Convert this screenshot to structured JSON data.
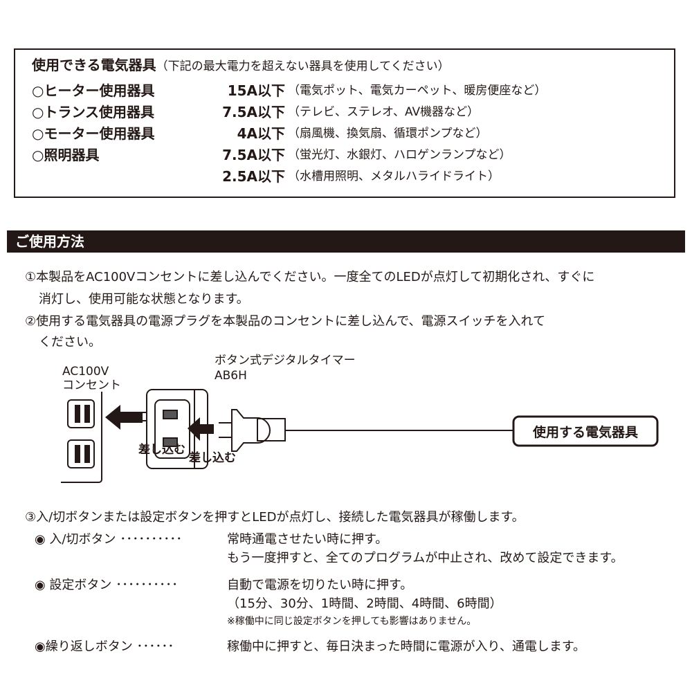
{
  "appliances": {
    "title": "使用できる電気器具",
    "title_note": "（下記の最大電力を超えない器具を使用してください）",
    "rows": [
      {
        "name": "○ヒーター使用器具",
        "limit": "15A以下",
        "examples": "（電気ポット、電気カーペット、暖房便座など）"
      },
      {
        "name": "○トランス使用器具",
        "limit": "7.5A以下",
        "examples": "（テレビ、ステレオ、AV機器など）"
      },
      {
        "name": "○モーター使用器具",
        "limit": "4A以下",
        "examples": "（扇風機、換気扇、循環ポンプなど）"
      },
      {
        "name": "○照明器具",
        "limit": "7.5A以下",
        "examples": "（蛍光灯、水銀灯、ハロゲンランプなど）"
      },
      {
        "name": "",
        "limit": "2.5A以下",
        "examples": "（水槽用照明、メタルハライドライト）"
      }
    ]
  },
  "usage": {
    "header": "ご使用方法",
    "step1_line1": "①本製品をAC100Vコンセントに差し込んでください。一度全てのLEDが点灯して初期化され、すぐに",
    "step1_line2": "消灯し、使用可能な状態となります。",
    "step2_line1": "②使用する電気器具の電源プラグを本製品のコンセントに差し込んで、電源スイッチを入れて",
    "step2_line2": "ください。",
    "diagram": {
      "outlet_label1": "AC100V",
      "outlet_label2": "コンセント",
      "timer_label1": "ボタン式デジタルタイマー",
      "timer_label2": "AB6H",
      "insert1": "差し込む",
      "insert2": "差し込む",
      "appliance": "使用する電気器具"
    },
    "step3": "③入/切ボタンまたは設定ボタンを押すとLEDが点灯し、接続した電気器具が稼働します。",
    "buttons": [
      {
        "label": "◉ 入/切ボタン ･･････････",
        "desc": [
          "常時通電させたい時に押す。",
          "もう一度押すと、全てのプログラムが中止され、改めて設定できます。"
        ]
      },
      {
        "label": "◉ 設定ボタン ･･････････",
        "desc": [
          "自動で電源を切りたい時に押す。",
          "（15分、30分、1時間、2時間、4時間、6時間）"
        ],
        "note": "※稼働中に同じ設定ボタンを押しても影響はありません。"
      },
      {
        "label": "◉繰り返しボタン ･･････",
        "desc": [
          "稼働中に押すと、毎日決まった時間に電源が入り、通電します。"
        ]
      }
    ]
  }
}
